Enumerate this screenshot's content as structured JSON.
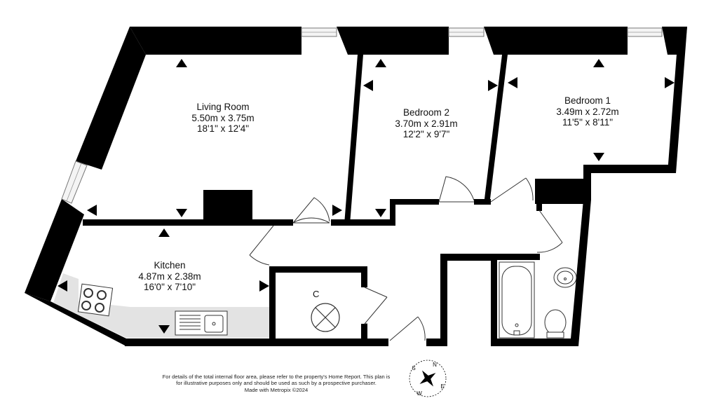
{
  "rooms": {
    "living": {
      "name": "Living Room",
      "metric": "5.50m  x 3.75m",
      "imperial": "18'1\"  x 12'4\""
    },
    "bedroom2": {
      "name": "Bedroom 2",
      "metric": "3.70m  x 2.91m",
      "imperial": "12'2\"  x 9'7\""
    },
    "bedroom1": {
      "name": "Bedroom 1",
      "metric": "3.49m  x 2.72m",
      "imperial": "11'5\"  x 8'11\""
    },
    "kitchen": {
      "name": "Kitchen",
      "metric": "4.87m  x 2.38m",
      "imperial": "16'0\"  x 7'10\""
    }
  },
  "closet": {
    "label": "C"
  },
  "compass": {
    "n": "N",
    "e": "E",
    "s": "S",
    "w": "W"
  },
  "footer": {
    "line1": "For details of the total internal floor area, please refer to the property's Home Report. This plan is",
    "line2": "for illustrative purposes only and should be used as such by a prospective purchaser.",
    "line3": "Made with Metropix ©2024"
  },
  "colors": {
    "wall": "#000000",
    "counter": "#e3e3e3",
    "window": "#f4f4f4"
  }
}
